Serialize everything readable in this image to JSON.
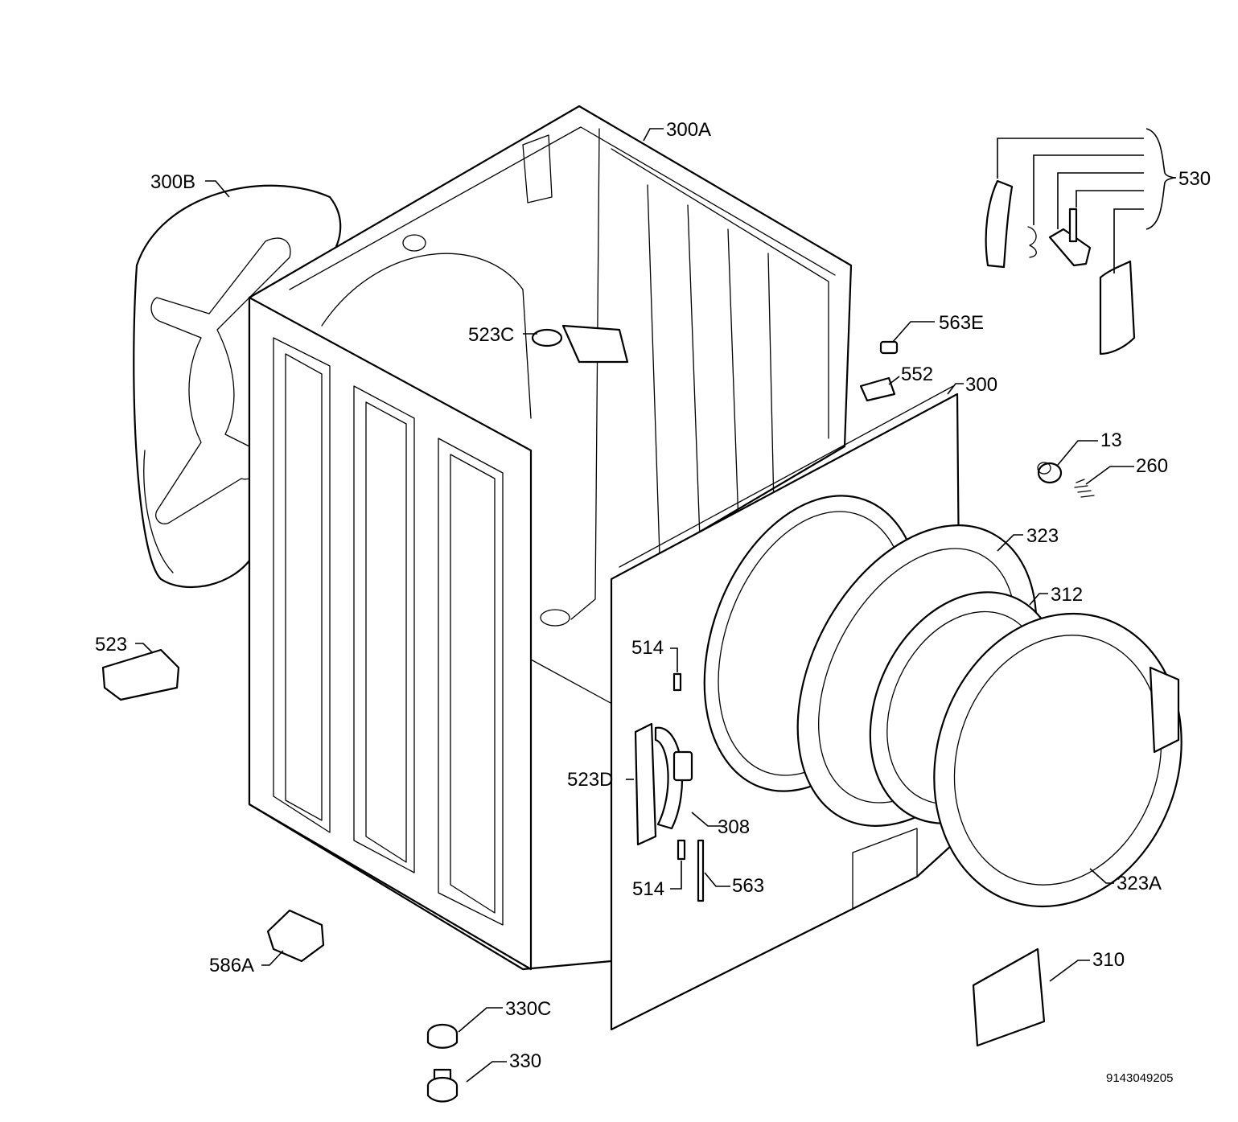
{
  "labels": {
    "l300A": "300A",
    "l300B": "300B",
    "l530": "530",
    "l523C": "523C",
    "l563E": "563E",
    "l552": "552",
    "l300": "300",
    "l13": "13",
    "l260": "260",
    "l323": "323",
    "l312": "312",
    "l523": "523",
    "l514a": "514",
    "l523D": "523D",
    "l308": "308",
    "l514b": "514",
    "l563": "563",
    "l323A": "323A",
    "l586A": "586A",
    "l310": "310",
    "l330C": "330C",
    "l330": "330"
  },
  "drawing_code": "9143049205"
}
